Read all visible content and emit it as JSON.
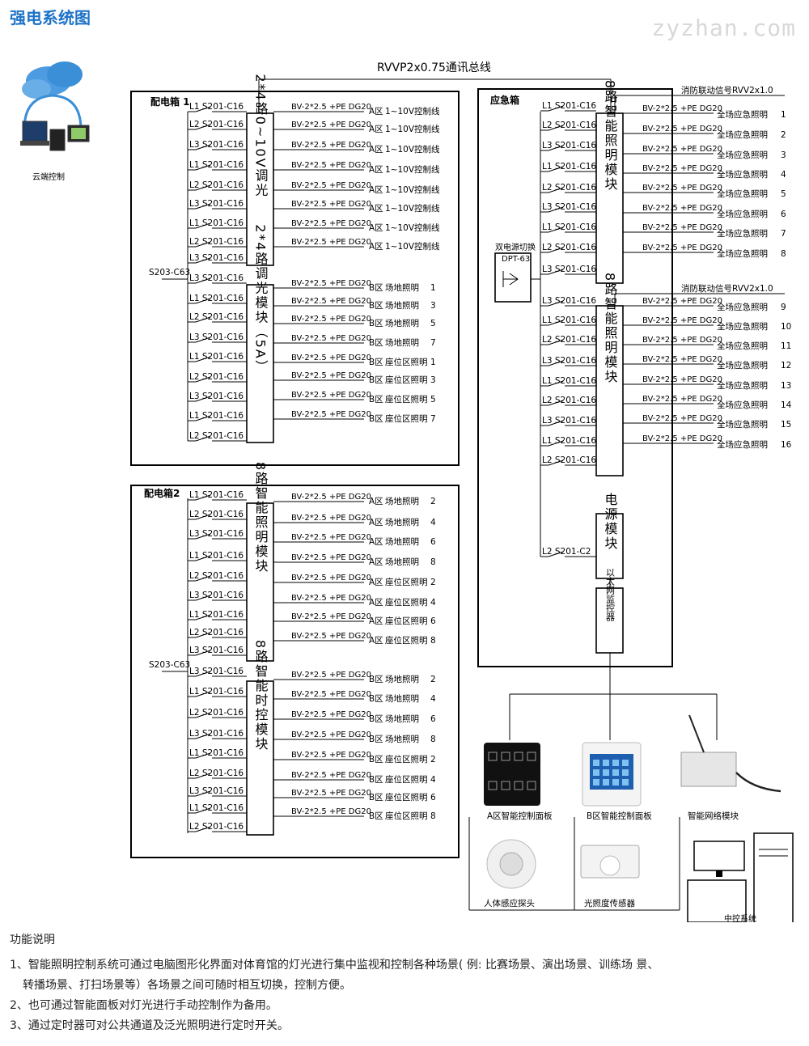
{
  "page": {
    "title": "强电系统图",
    "watermark": "zyzhan.com"
  },
  "bus_label": "RVVP2x0.75通讯总线",
  "cloud_label": "云端控制",
  "box1": {
    "title": "配电箱 1",
    "main_breaker": "S203-C63",
    "module_a": "2*4路0~10V调光",
    "module_b": "2*4路调光模块（5A）",
    "rows_a": [
      {
        "phase": "L1",
        "breaker": "S201-C16",
        "cable": "BV-2*2.5 +PE DG20",
        "zone": "A区",
        "desc": "1~10V控制线",
        "num": ""
      },
      {
        "phase": "L2",
        "breaker": "S201-C16",
        "cable": "BV-2*2.5 +PE DG20",
        "zone": "A区",
        "desc": "1~10V控制线",
        "num": ""
      },
      {
        "phase": "L3",
        "breaker": "S201-C16",
        "cable": "BV-2*2.5 +PE DG20",
        "zone": "A区",
        "desc": "1~10V控制线",
        "num": ""
      },
      {
        "phase": "L1",
        "breaker": "S201-C16",
        "cable": "BV-2*2.5 +PE DG20",
        "zone": "A区",
        "desc": "1~10V控制线",
        "num": ""
      },
      {
        "phase": "L2",
        "breaker": "S201-C16",
        "cable": "BV-2*2.5 +PE DG20",
        "zone": "A区",
        "desc": "1~10V控制线",
        "num": ""
      },
      {
        "phase": "L3",
        "breaker": "S201-C16",
        "cable": "BV-2*2.5 +PE DG20",
        "zone": "A区",
        "desc": "1~10V控制线",
        "num": ""
      },
      {
        "phase": "L1",
        "breaker": "S201-C16",
        "cable": "BV-2*2.5 +PE DG20",
        "zone": "A区",
        "desc": "1~10V控制线",
        "num": ""
      },
      {
        "phase": "L2",
        "breaker": "S201-C16",
        "cable": "BV-2*2.5 +PE DG20",
        "zone": "A区",
        "desc": "1~10V控制线",
        "num": ""
      }
    ],
    "extra_a": {
      "phase": "L3",
      "breaker": "S201-C16"
    },
    "extra_b_top": {
      "phase": "L3",
      "breaker": "S201-C16"
    },
    "rows_b": [
      {
        "phase": "L1",
        "breaker": "S201-C16",
        "cable": "BV-2*2.5 +PE DG20",
        "zone": "B区",
        "desc": "场地照明",
        "num": "1"
      },
      {
        "phase": "L2",
        "breaker": "S201-C16",
        "cable": "BV-2*2.5 +PE DG20",
        "zone": "B区",
        "desc": "场地照明",
        "num": "3"
      },
      {
        "phase": "L3",
        "breaker": "S201-C16",
        "cable": "BV-2*2.5 +PE DG20",
        "zone": "B区",
        "desc": "场地照明",
        "num": "5"
      },
      {
        "phase": "L1",
        "breaker": "S201-C16",
        "cable": "BV-2*2.5 +PE DG20",
        "zone": "B区",
        "desc": "场地照明",
        "num": "7"
      },
      {
        "phase": "L2",
        "breaker": "S201-C16",
        "cable": "BV-2*2.5 +PE DG20",
        "zone": "B区",
        "desc": "座位区照明",
        "num": "1"
      },
      {
        "phase": "L3",
        "breaker": "S201-C16",
        "cable": "BV-2*2.5 +PE DG20",
        "zone": "B区",
        "desc": "座位区照明",
        "num": "3"
      },
      {
        "phase": "L1",
        "breaker": "S201-C16",
        "cable": "BV-2*2.5 +PE DG20",
        "zone": "B区",
        "desc": "座位区照明",
        "num": "5"
      },
      {
        "phase": "L2",
        "breaker": "S201-C16",
        "cable": "BV-2*2.5 +PE DG20",
        "zone": "B区",
        "desc": "座位区照明",
        "num": "7"
      }
    ]
  },
  "box2": {
    "title": "配电箱2",
    "main_breaker": "S203-C63",
    "module_a": "8路智能照明模块",
    "module_b": "8路智能时控模块",
    "extra_a": {
      "phase": "L3",
      "breaker": "S201-C16"
    },
    "extra_b": {
      "phase": "L3",
      "breaker": "S201-C16"
    },
    "rows_a": [
      {
        "phase": "L1",
        "breaker": "S201-C16",
        "cable": "BV-2*2.5 +PE DG20",
        "zone": "A区",
        "desc": "场地照明",
        "num": "2"
      },
      {
        "phase": "L2",
        "breaker": "S201-C16",
        "cable": "BV-2*2.5 +PE DG20",
        "zone": "A区",
        "desc": "场地照明",
        "num": "4"
      },
      {
        "phase": "L3",
        "breaker": "S201-C16",
        "cable": "BV-2*2.5 +PE DG20",
        "zone": "A区",
        "desc": "场地照明",
        "num": "6"
      },
      {
        "phase": "L1",
        "breaker": "S201-C16",
        "cable": "BV-2*2.5 +PE DG20",
        "zone": "A区",
        "desc": "场地照明",
        "num": "8"
      },
      {
        "phase": "L2",
        "breaker": "S201-C16",
        "cable": "BV-2*2.5 +PE DG20",
        "zone": "A区",
        "desc": "座位区照明",
        "num": "2"
      },
      {
        "phase": "L3",
        "breaker": "S201-C16",
        "cable": "BV-2*2.5 +PE DG20",
        "zone": "A区",
        "desc": "座位区照明",
        "num": "4"
      },
      {
        "phase": "L1",
        "breaker": "S201-C16",
        "cable": "BV-2*2.5 +PE DG20",
        "zone": "A区",
        "desc": "座位区照明",
        "num": "6"
      },
      {
        "phase": "L2",
        "breaker": "S201-C16",
        "cable": "BV-2*2.5 +PE DG20",
        "zone": "A区",
        "desc": "座位区照明",
        "num": "8"
      }
    ],
    "rows_b": [
      {
        "phase": "L1",
        "breaker": "S201-C16",
        "cable": "BV-2*2.5 +PE DG20",
        "zone": "B区",
        "desc": "场地照明",
        "num": "2"
      },
      {
        "phase": "L2",
        "breaker": "S201-C16",
        "cable": "BV-2*2.5 +PE DG20",
        "zone": "B区",
        "desc": "场地照明",
        "num": "4"
      },
      {
        "phase": "L3",
        "breaker": "S201-C16",
        "cable": "BV-2*2.5 +PE DG20",
        "zone": "B区",
        "desc": "场地照明",
        "num": "6"
      },
      {
        "phase": "L1",
        "breaker": "S201-C16",
        "cable": "BV-2*2.5 +PE DG20",
        "zone": "B区",
        "desc": "场地照明",
        "num": "8"
      },
      {
        "phase": "L2",
        "breaker": "S201-C16",
        "cable": "BV-2*2.5 +PE DG20",
        "zone": "B区",
        "desc": "座位区照明",
        "num": "2"
      },
      {
        "phase": "L3",
        "breaker": "S201-C16",
        "cable": "BV-2*2.5 +PE DG20",
        "zone": "B区",
        "desc": "座位区照明",
        "num": "4"
      },
      {
        "phase": "L1",
        "breaker": "S201-C16",
        "cable": "BV-2*2.5 +PE DG20",
        "zone": "B区",
        "desc": "座位区照明",
        "num": "6"
      },
      {
        "phase": "L2",
        "breaker": "S201-C16",
        "cable": "BV-2*2.5 +PE DG20",
        "zone": "B区",
        "desc": "座位区照明",
        "num": "8"
      }
    ]
  },
  "emergency": {
    "title": "应急箱",
    "fire_signal_1": "消防联动信号RVV2x1.0",
    "fire_signal_2": "消防联动信号RVV2x1.0",
    "dual_power_label": "双电源切换",
    "dual_power_model": "DPT-63",
    "module_a": "8路智能照明模块",
    "module_b": "8路智能照明模块",
    "power_module": "电源模块",
    "network_module": "以太网监控器",
    "power_row": {
      "phase": "L2",
      "breaker": "S201-C2"
    },
    "left_a": [
      {
        "phase": "L1",
        "breaker": "S201-C16"
      },
      {
        "phase": "L2",
        "breaker": "S201-C16"
      },
      {
        "phase": "L3",
        "breaker": "S201-C16"
      },
      {
        "phase": "L1",
        "breaker": "S201-C16"
      },
      {
        "phase": "L2",
        "breaker": "S201-C16"
      },
      {
        "phase": "L3",
        "breaker": "S201-C16"
      },
      {
        "phase": "L1",
        "breaker": "S201-C16"
      },
      {
        "phase": "L2",
        "breaker": "S201-C16"
      },
      {
        "phase": "L3",
        "breaker": "S201-C16"
      }
    ],
    "left_b": [
      {
        "phase": "L3",
        "breaker": "S201-C16"
      },
      {
        "phase": "L1",
        "breaker": "S201-C16"
      },
      {
        "phase": "L2",
        "breaker": "S201-C16"
      },
      {
        "phase": "L3",
        "breaker": "S201-C16"
      },
      {
        "phase": "L1",
        "breaker": "S201-C16"
      },
      {
        "phase": "L2",
        "breaker": "S201-C16"
      },
      {
        "phase": "L3",
        "breaker": "S201-C16"
      },
      {
        "phase": "L1",
        "breaker": "S201-C16"
      },
      {
        "phase": "L2",
        "breaker": "S201-C16"
      }
    ],
    "cable": "BV-2*2.5 +PE DG20",
    "out_desc": "全场应急照明",
    "out_a_nums": [
      "1",
      "2",
      "3",
      "4",
      "5",
      "6",
      "7",
      "8"
    ],
    "out_b_nums": [
      "9",
      "10",
      "11",
      "12",
      "13",
      "14",
      "15",
      "16"
    ]
  },
  "devices": {
    "panel_a": "A区智能控制面板",
    "panel_b": "B区智能控制面板",
    "net_module": "智能网络模块",
    "pir": "人体感应探头",
    "lux": "光照度传感器",
    "central": "中控系统"
  },
  "functions": {
    "title": "功能说明",
    "items": [
      "1、智能照明控制系统可通过电脑图形化界面对体育馆的灯光进行集中监视和控制各种场景( 例: 比赛场景、演出场景、训练场 景、",
      "转播场景、打扫场景等）各场景之间可随时相互切换，控制方便。",
      "2、也可通过智能面板对灯光进行手动控制作为备用。",
      "3、通过定时器可对公共通道及泛光照明进行定时开关。"
    ]
  },
  "colors": {
    "title_blue": "#1e73c8",
    "cloud_blue": "#3b8fd6"
  }
}
